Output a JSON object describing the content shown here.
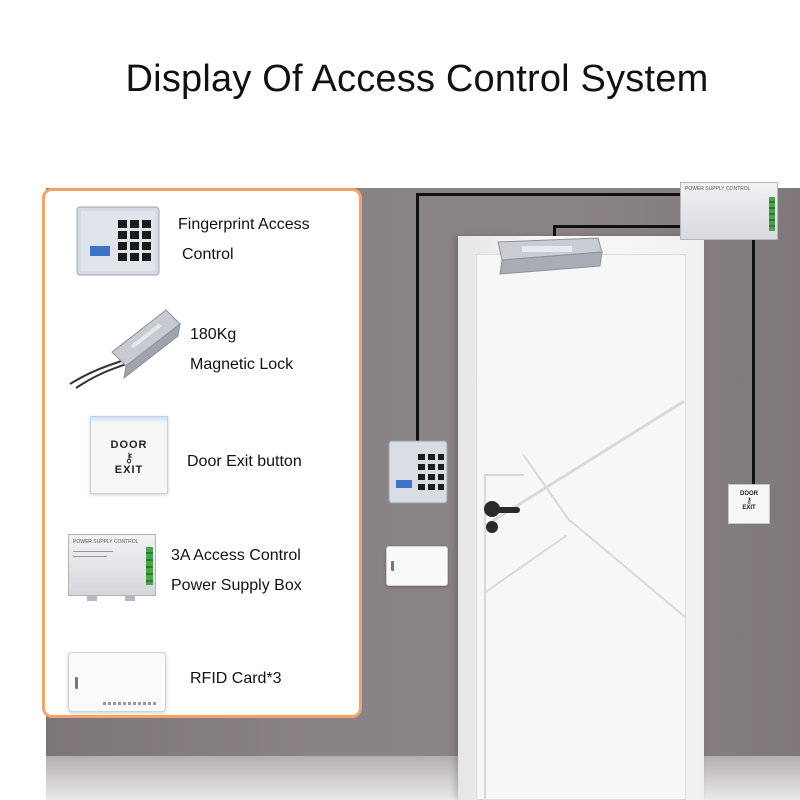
{
  "title": "Display Of Access Control System",
  "components": [
    {
      "label_line1": "Fingerprint Access",
      "label_line2": "Control",
      "icon": "keypad-icon"
    },
    {
      "label_line1": "180Kg",
      "label_line2": "Magnetic Lock",
      "icon": "magnetic-lock-icon"
    },
    {
      "label_line1": "Door Exit button",
      "icon": "exit-button-icon"
    },
    {
      "label_line1": "3A Access Control",
      "label_line2": "Power Supply Box",
      "icon": "power-supply-icon"
    },
    {
      "label_line1": "RFID Card*3",
      "icon": "rfid-card-icon"
    }
  ],
  "exit_button_text": {
    "top": "DOOR",
    "bottom": "EXIT"
  },
  "power_box_text": "POWER SUPPLY CONTROL",
  "colors": {
    "panel_border": "#f0a36a",
    "wall": "#8a8385",
    "door": "#f7f7f7",
    "wire": "#101010",
    "keypad_bg": "#d8dde3",
    "keypad_key": "#1c1c1c",
    "keypad_screen": "#3f73c8"
  }
}
